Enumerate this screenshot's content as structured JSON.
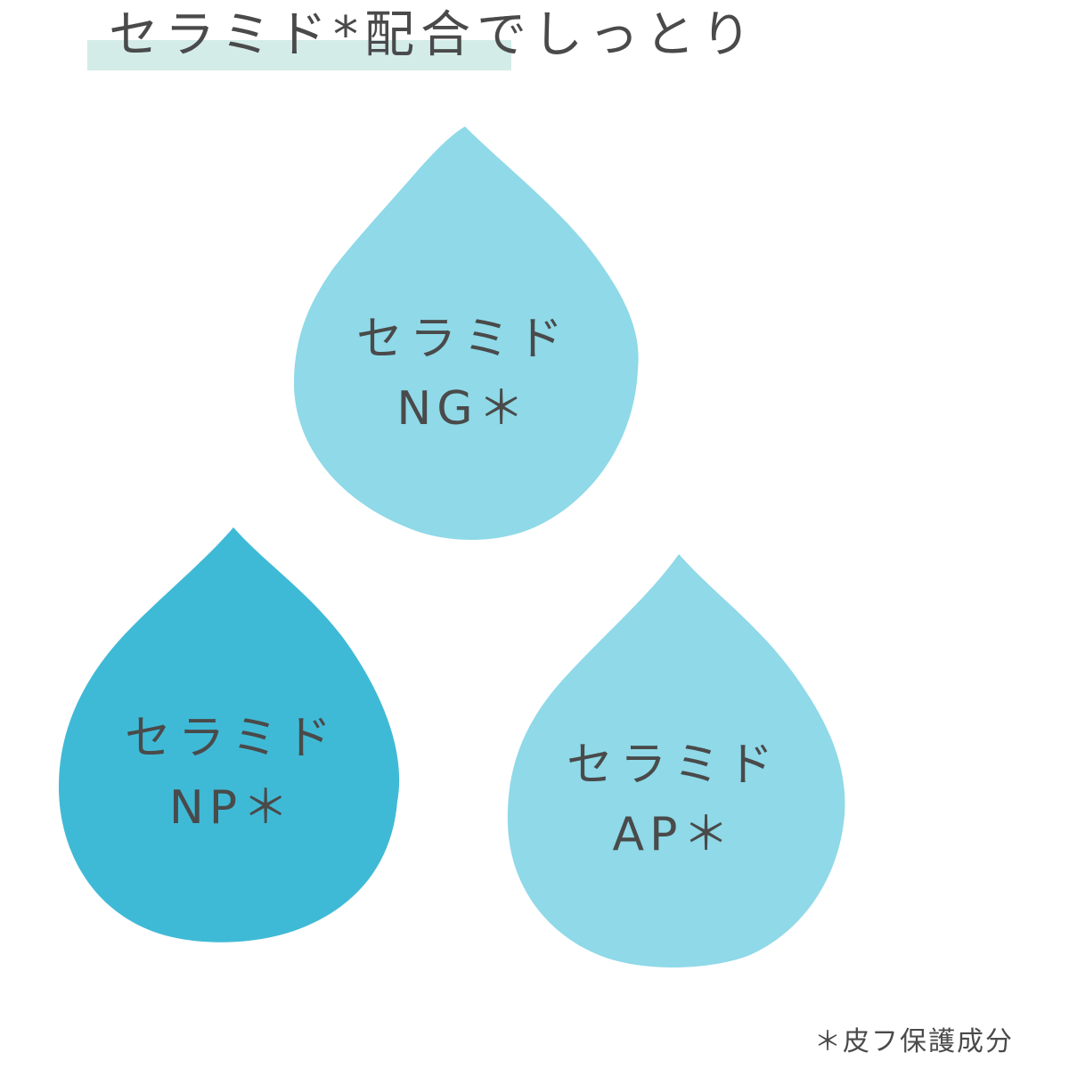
{
  "headline": {
    "text": "セラミド*配合でしっとり",
    "highlight_color": "#d3ece8"
  },
  "drops": [
    {
      "line1": "セラミド",
      "line2": "NG＊",
      "color": "#8fd9e8"
    },
    {
      "line1": "セラミド",
      "line2": "NP＊",
      "color": "#3fbad6"
    },
    {
      "line1": "セラミド",
      "line2": "AP＊",
      "color": "#8fd9e8"
    }
  ],
  "footnote": "＊皮フ保護成分",
  "colors": {
    "text": "#4a4a4a",
    "background": "#ffffff"
  }
}
